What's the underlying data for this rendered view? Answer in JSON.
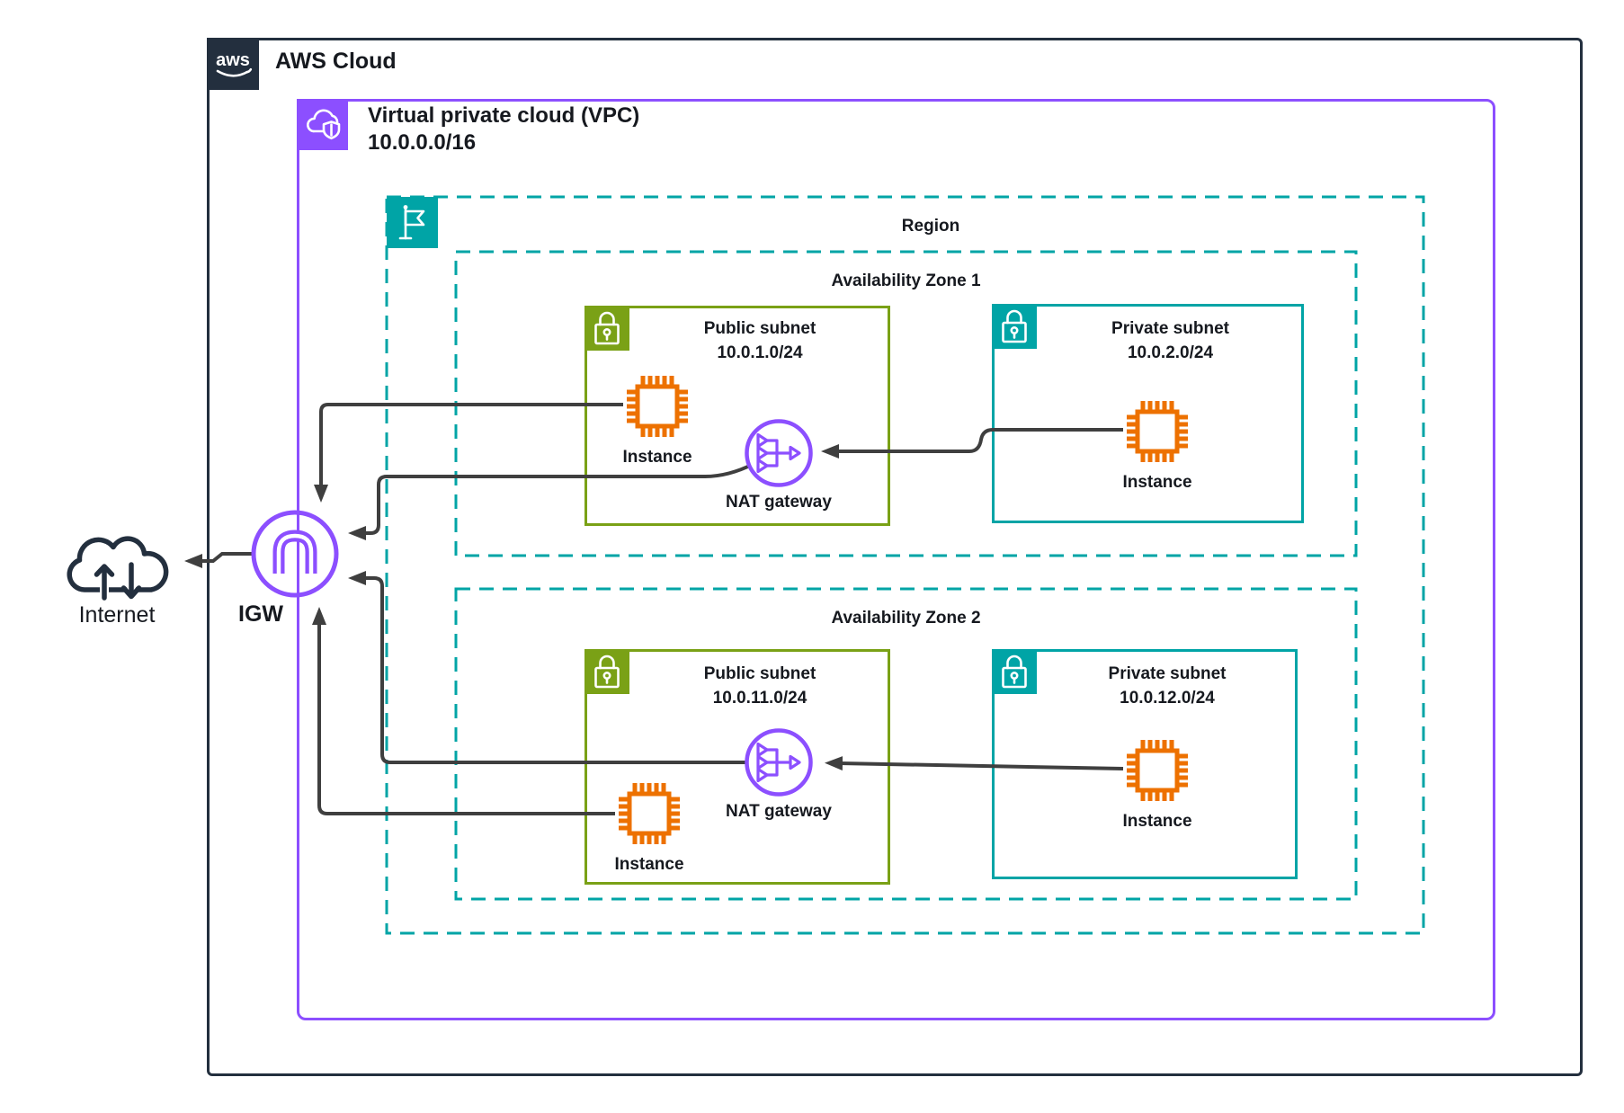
{
  "colors": {
    "navy": "#232F3E",
    "purple": "#8C4FFF",
    "teal": "#00A4A6",
    "green": "#7AA116",
    "orange": "#ED7100",
    "line": "#3F3F3F",
    "text": "#16191F"
  },
  "aws_cloud": {
    "title": "AWS Cloud",
    "logo_text": "aws"
  },
  "vpc": {
    "title": "Virtual private cloud (VPC)",
    "cidr": "10.0.0.0/16"
  },
  "region": {
    "label": "Region"
  },
  "az1": {
    "label": "Availability Zone 1",
    "public_subnet": {
      "title": "Public subnet",
      "cidr": "10.0.1.0/24",
      "instance_label": "Instance",
      "nat_label": "NAT gateway"
    },
    "private_subnet": {
      "title": "Private subnet",
      "cidr": "10.0.2.0/24",
      "instance_label": "Instance"
    }
  },
  "az2": {
    "label": "Availability Zone 2",
    "public_subnet": {
      "title": "Public subnet",
      "cidr": "10.0.11.0/24",
      "instance_label": "Instance",
      "nat_label": "NAT gateway"
    },
    "private_subnet": {
      "title": "Private subnet",
      "cidr": "10.0.12.0/24",
      "instance_label": "Instance"
    }
  },
  "internet": {
    "label": "Internet"
  },
  "igw": {
    "label": "IGW"
  }
}
